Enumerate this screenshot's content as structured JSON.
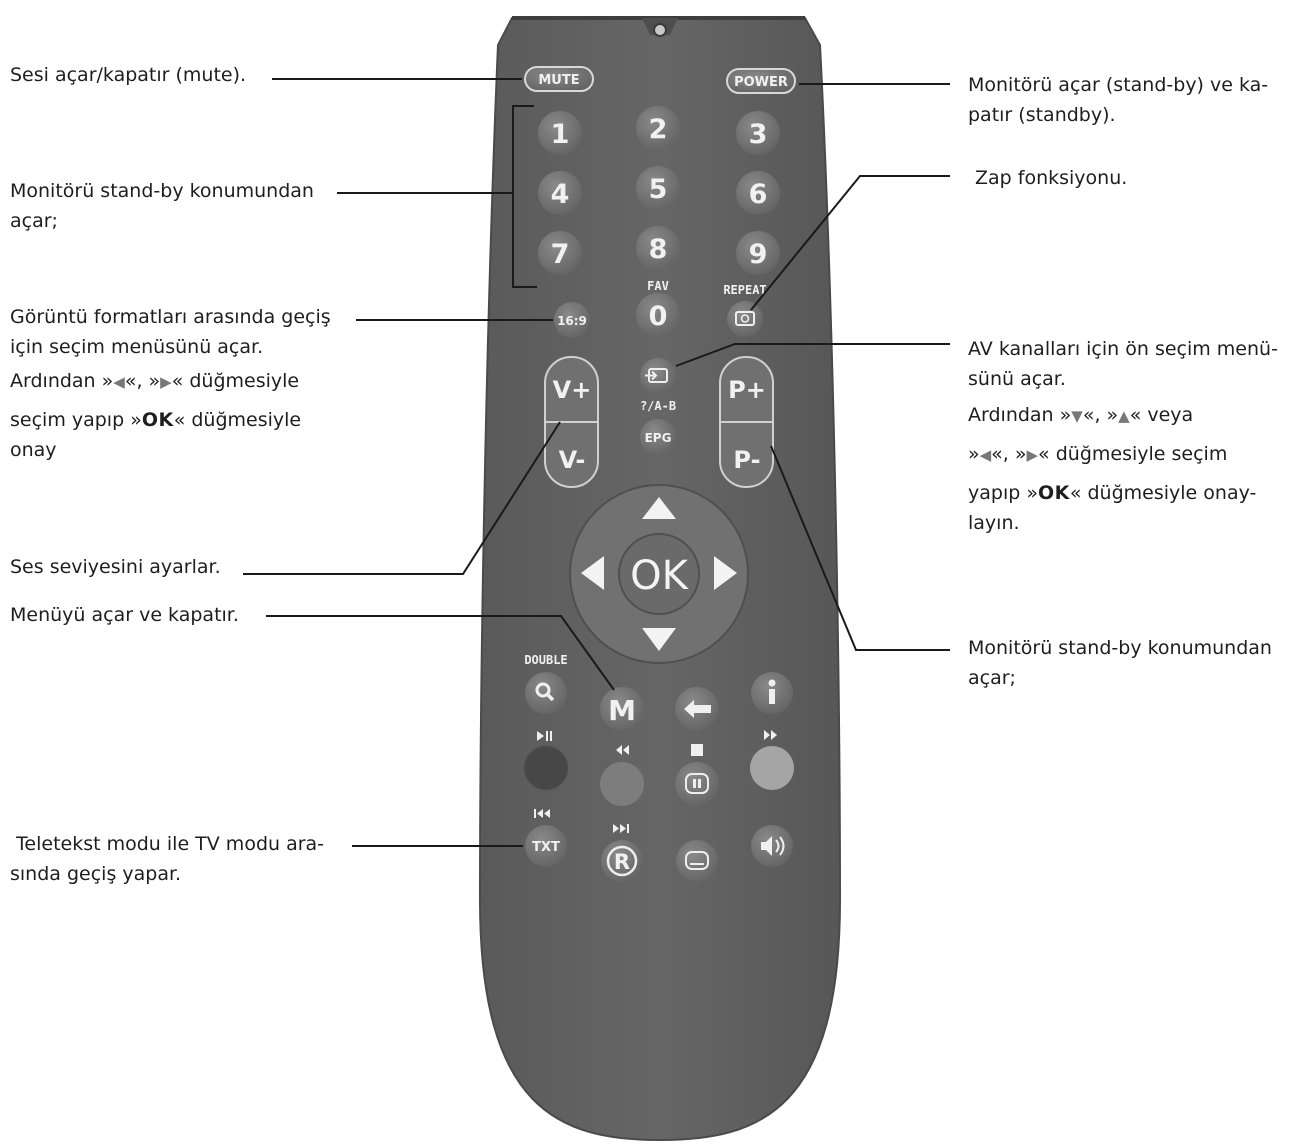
{
  "callouts": {
    "mute": "Sesi açar/kapatır (mute).",
    "power_l1": "Monitörü açar (stand-by) ve ka-",
    "power_l2": "patır (standby).",
    "numbers_l1": "Monitörü stand-by konumundan",
    "numbers_l2": "açar;",
    "zap": "Zap fonksiyonu.",
    "format_l1": "Görüntü formatları arasında geçiş",
    "format_l2": "için seçim menüsünü açar.",
    "format_l3a": "Ardından »",
    "format_l3b": "«, »",
    "format_l3c": "« düğmesiyle",
    "format_l4a": "seçim yapıp »",
    "format_l4b": "OK",
    "format_l4c": "« düğmesiyle",
    "format_l5": "onay",
    "av_l1": "AV kanalları için ön seçim menü-",
    "av_l2": "sünü açar.",
    "av_l3a": "Ardından »",
    "av_l3b": "«, »",
    "av_l3c": "« veya",
    "av_l4a": "»",
    "av_l4b": "«, »",
    "av_l4c": "« düğmesiyle seçim",
    "av_l5a": "yapıp »",
    "av_l5b": "OK",
    "av_l5c": "« düğmesiyle onay-",
    "av_l6": "layın.",
    "volume": "Ses seviyesini ayarlar.",
    "menu": "Menüyü açar ve kapatır.",
    "program_l1": "Monitörü stand-by konumundan",
    "program_l2": "açar;",
    "teletext_l1": " Teletekst modu ile TV modu ara-",
    "teletext_l2": "sında geçiş yapar."
  },
  "remote": {
    "mute": "MUTE",
    "power": "POWER",
    "digits": [
      "1",
      "2",
      "3",
      "4",
      "5",
      "6",
      "7",
      "8",
      "9"
    ],
    "fav": "FAV",
    "repeat": "REPEAT",
    "aspect": "16:9",
    "zero": "0",
    "av_label": "?/A-B",
    "epg": "EPG",
    "vol_up": "V+",
    "vol_down": "V-",
    "prog_up": "P+",
    "prog_down": "P-",
    "ok": "OK",
    "double": "DOUBLE",
    "menu": "M",
    "record": "R",
    "txt": "TXT"
  },
  "icons": [
    "search-icon",
    "back-arrow-icon",
    "info-icon",
    "play-pause-icon",
    "rewind-icon",
    "stop-icon",
    "fast-forward-icon",
    "pause-icon",
    "skip-back-icon",
    "skip-forward-icon",
    "subtitle-icon",
    "speaker-icon",
    "input-source-icon",
    "repeat-icon"
  ],
  "colors": {
    "remote_body": "#595959",
    "button": "#6b6b6b",
    "red_button": "#474747",
    "green_button": "#7d7d7d",
    "yellow_button": "#a5a5a5",
    "leader_line": "#1a1a1a"
  }
}
